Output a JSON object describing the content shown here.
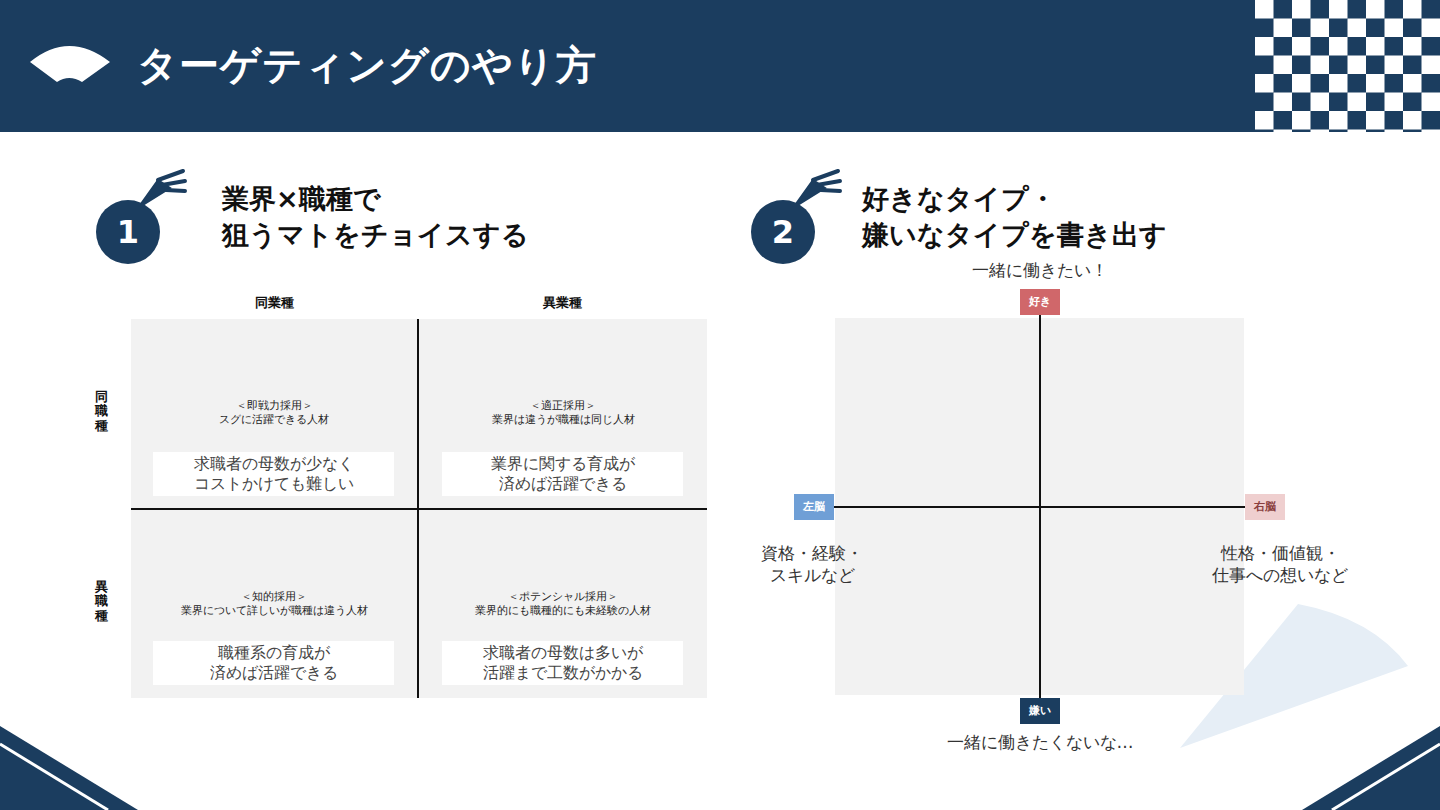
{
  "diagram": {
    "title": "ターゲティングのやり方",
    "nodes": [
      {
        "text": [
          "1"
        ]
      },
      {
        "text": [
          "＜即戦力採用＞",
          "スグに活躍できる人材"
        ]
      },
      {
        "text": [
          "求職者の母数が少なく コストかけても難しい"
        ],
        "in": 1
      },
      {
        "text": [
          "＜適正採用＞",
          "業界は違うが職種は同じ人材"
        ]
      },
      {
        "text": [
          "業界に関する育成が 済めば活躍できる"
        ],
        "in": 3
      },
      {
        "text": [
          "＜知的採用＞",
          "業界について詳しいが職種は違う人材"
        ]
      },
      {
        "text": [
          "職種系の育成が 済めば活躍できる"
        ],
        "in": 5
      },
      {
        "text": [
          "＜ポテンシャル採用＞",
          "業界的にも職種的にも未経験の人材"
        ]
      },
      {
        "text": [
          "求職者の母数は多いが 活躍まで工数がかかる"
        ],
        "in": 7
      },
      {
        "text": [
          "2"
        ]
      },
      {
        "text": [
          "好き"
        ]
      },
      {
        "text": [
          "左脳"
        ]
      },
      {
        "text": [
          "右脳"
        ]
      },
      {
        "text": [
          "嫌い"
        ]
      }
    ],
    "edges": [
      {
        "from": 10,
        "to": 13,
        "arrow": "none"
      },
      {
        "from": 11,
        "to": 12,
        "arrow": "none"
      }
    ],
    "labels": [
      "業界×職種で 狙うマトをチョイスする",
      "同業種",
      "異業種",
      "同職種",
      "異職種",
      "好きなタイプ・ 嫌いなタイプを書き出す",
      "一緒に働きたい！",
      "資格・経験・ スキルなど",
      "性格・価値観・ 仕事への想いなど",
      "一緒に働きたくないな…"
    ]
  }
}
